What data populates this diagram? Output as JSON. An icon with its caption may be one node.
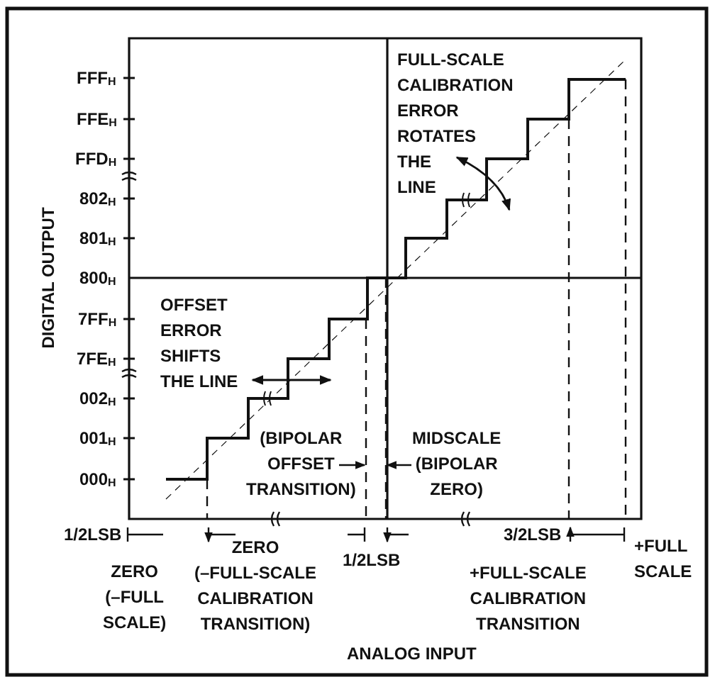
{
  "diagram": {
    "labels": [
      "FFF$_{H}$",
      "FFE$_{H}$",
      "FFD$_{H}$",
      "802$_{H}$",
      "801$_{H}$",
      "800$_{H}$",
      "7FF$_{H}$",
      "7FE$_{H}$",
      "002$_{H}$",
      "001$_{H}$",
      "000$_{H}$",
      "DIGITAL OUTPUT",
      "FULL-SCALE CALIBRATION ERROR ROTATES THE LINE",
      "OFFSET ERROR SHIFTS THE LINE",
      "(BIPOLAR OFFSET TRANSITION)",
      "MIDSCALE (BIPOLAR ZERO)",
      "1/2LSB",
      "ZERO (–FULL SCALE)",
      "ZERO (–FULL-SCALE CALIBRATION TRANSITION)",
      "1/2LSB",
      "3/2LSB",
      "+FULL SCALE",
      "+FULL-SCALE CALIBRATION TRANSITION",
      "ANALOG INPUT"
    ]
  }
}
